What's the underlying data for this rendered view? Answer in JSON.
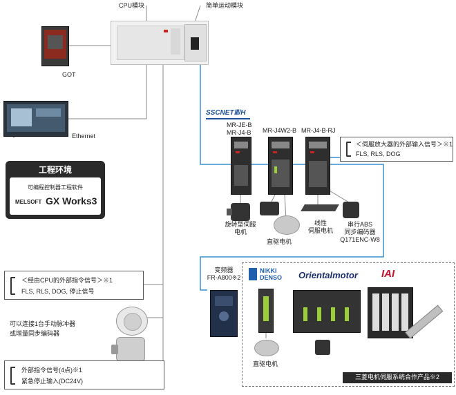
{
  "labels": {
    "cpu_module": "CPU模块",
    "motion_module": "简单运动模块",
    "got": "GOT",
    "ethernet": "Ethernet",
    "sscnet": "SSCNETⅢ/H",
    "drive_je_j4": "MR-JE-B\nMR-J4-B",
    "drive_j4w2": "MR-J4W2-B",
    "drive_j4_rj": "MR-J4-B-RJ",
    "rotary_servo": "旋转型伺服\n电机",
    "dd_motor": "直驱电机",
    "linear_servo": "线性\n伺服电机",
    "serial_abs": "串行ABS\n同步编码器\nQ171ENC-W8",
    "inverter": "变频器\nFR-A800※2",
    "dd_motor2": "直驱电机",
    "partner_footer": "三菱电机伺服系统合作产品※2"
  },
  "gx_works": {
    "header": "工程环境",
    "sub": "可编程控制器工程软件",
    "brand_small": "MELSOFT",
    "brand_big": "GX Works3"
  },
  "signal_boxes": {
    "servo_amp": {
      "title": "＜伺服放大器的外部输入信号＞※1",
      "items": "FLS, RLS, DOG"
    },
    "cpu_external": {
      "title": "＜经由CPU的外部指令信号＞※1",
      "items": "FLS, RLS, DOG, 停止信号"
    },
    "external_cmd": {
      "title": "外部指令信号(4点)※1",
      "items": "紧急停止输入(DC24V)"
    }
  },
  "pulse_gen": "可以连接1台手动脉冲器\n或增量同步编码器",
  "partners": {
    "nikki_1": "NIKKI",
    "nikki_2": "DENSO",
    "oriental": "Orientalmotor",
    "iai": "IAI"
  },
  "colors": {
    "sscnet_line": "#3a8fd0",
    "wire": "#8a8a8a",
    "panel_dark": "#2a2a2a",
    "nikki_blue": "#1f5fae",
    "iai_red": "#c8102e"
  }
}
